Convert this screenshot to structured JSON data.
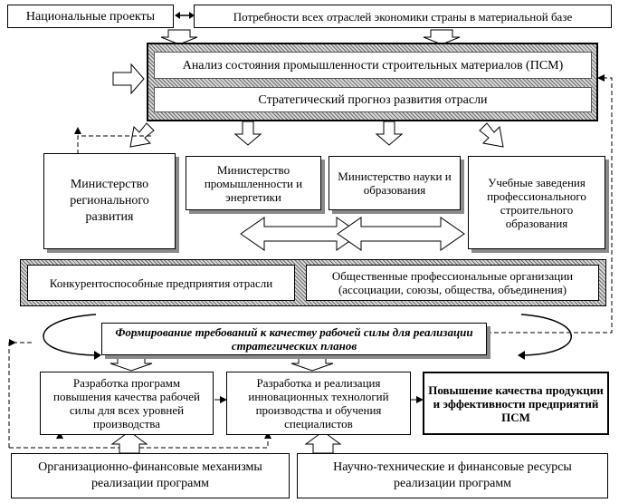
{
  "top": {
    "national_projects": "Национальные проекты",
    "needs": "Потребности всех отраслей экономики страны в материальной базе"
  },
  "analysis": {
    "state": "Анализ состояния промышленности строительных материалов (ПСМ)",
    "forecast": "Стратегический прогноз развития отрасли"
  },
  "ministries": {
    "regional": "Министерство регионального развития",
    "industry": "Министерство промышленности и энергетики",
    "science": "Министерство науки и образования",
    "schools": "Учебные заведения профессионального строительного образования"
  },
  "enterprises": {
    "competitive": "Конкурентоспособные предприятия отрасли",
    "public_orgs": "Общественные профессиональные организации (ассоциации, союзы, общества, объединения)"
  },
  "requirements": "Формирование требований к качеству рабочей силы для реализации стратегических планов",
  "programs": {
    "development": "Разработка программ повышения качества рабочей силы для всех уровней производства",
    "innovation": "Разработка и реализация инновационных технологий производства и обучения специалистов",
    "quality": "Повышение качества продукции и эффективности предприятий ПСМ"
  },
  "bottom": {
    "org_finance": "Организационно-финансовые механизмы реализации программ",
    "resources": "Научно-технические и финансовые ресурсы реализации программ"
  }
}
